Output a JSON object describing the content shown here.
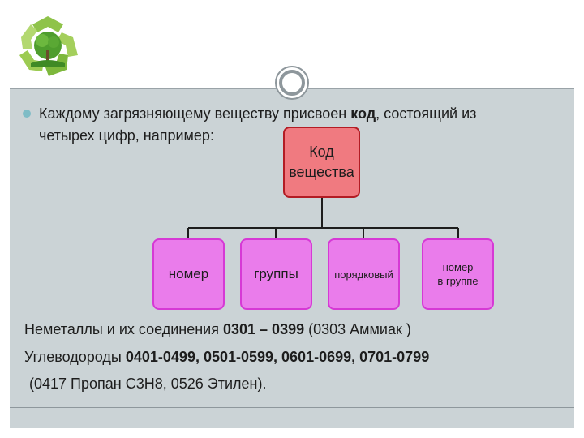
{
  "colors": {
    "header_background": "#ffffff",
    "content_background": "#cbd3d6",
    "root_fill": "#f07a80",
    "root_border": "#b31c24",
    "child_fill": "#ea7ceb",
    "child_border": "#d639d5",
    "bullet": "#7fbcc6"
  },
  "logo": {
    "icon": "recycle-tree-icon"
  },
  "ornament": {
    "icon": "ring-ornament-icon"
  },
  "bullet": {
    "text_before": "Каждому загрязняющему веществу присвоен ",
    "text_bold": "код",
    "text_after": ", состоящий из",
    "line2": "четырех цифр, например:"
  },
  "diagram": {
    "root": {
      "line1": "Код",
      "line2": "вещества"
    },
    "children": [
      {
        "label": "номер"
      },
      {
        "label": "группы"
      },
      {
        "label": "порядковый"
      },
      {
        "line1": "номер",
        "line2": "в группе"
      }
    ]
  },
  "examples": {
    "line1": {
      "text_a": "Неметаллы и их соединения ",
      "bold": "0301 – 0399",
      "text_b": " (0303 Аммиак )"
    },
    "line2": {
      "text_a": "Углеводороды ",
      "bold": "0401-0499, 0501-0599, 0601-0699, 0701-0799"
    },
    "line3": {
      "text": "(0417 Пропан С3Н8, 0526 Этилен)."
    }
  }
}
